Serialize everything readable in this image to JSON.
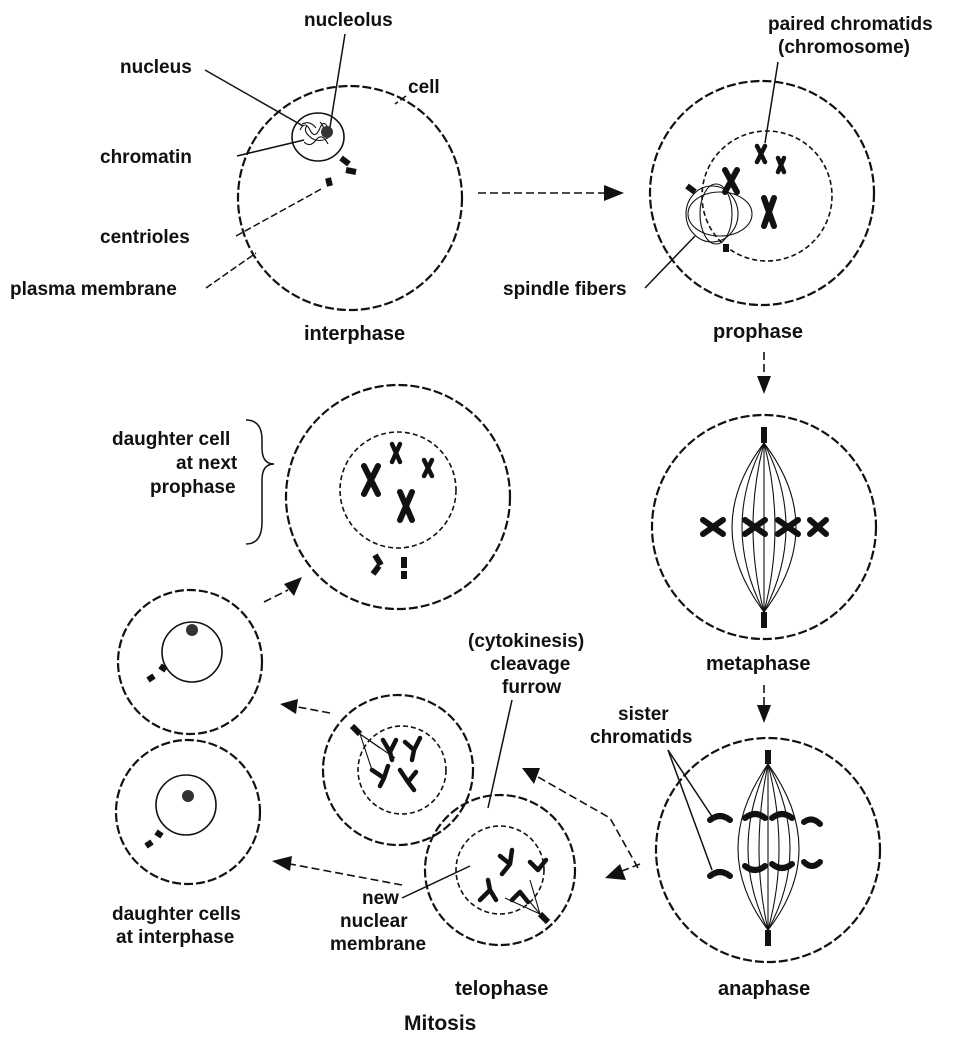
{
  "title": "Mitosis",
  "stages": {
    "interphase": "interphase",
    "prophase": "prophase",
    "metaphase": "metaphase",
    "anaphase": "anaphase",
    "telophase": "telophase"
  },
  "labels": {
    "nucleolus": "nucleolus",
    "nucleus": "nucleus",
    "cell": "cell",
    "chromatin": "chromatin",
    "centrioles": "centrioles",
    "plasma_membrane": "plasma membrane",
    "paired_chromatids": [
      "paired chromatids",
      "(chromosome)"
    ],
    "spindle_fibers": "spindle fibers",
    "daughter_cell_next_prophase": [
      "daughter cell",
      "at next",
      "prophase"
    ],
    "cytokinesis": [
      "(cytokinesis)",
      "cleavage",
      "furrow"
    ],
    "sister_chromatids": [
      "sister",
      "chromatids"
    ],
    "daughter_cells_interphase": [
      "daughter cells",
      "at interphase"
    ],
    "new_nuclear_membrane": [
      "new",
      "nuclear",
      "membrane"
    ]
  }
}
